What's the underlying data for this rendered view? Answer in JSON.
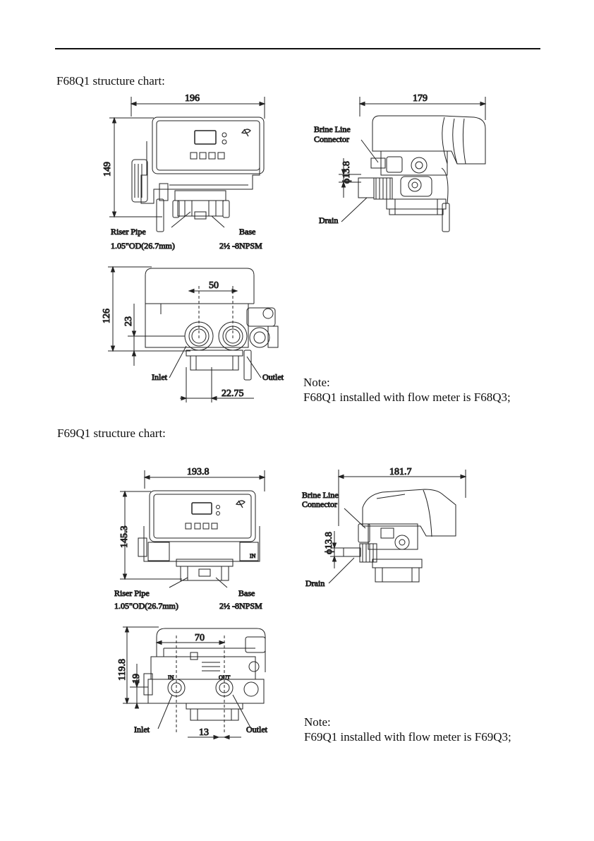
{
  "f68": {
    "title": "F68Q1 structure chart:",
    "front": {
      "width": "196",
      "height": "149",
      "riser_label": "Riser Pipe",
      "riser_value": "1.05\"OD(26.7mm)",
      "base_label": "Base",
      "base_value": "2½ -8NPSM"
    },
    "side": {
      "width": "179",
      "connector_l1": "Brine Line",
      "connector_l2": "Connector",
      "diameter": "ϕ13.8",
      "drain": "Drain"
    },
    "top": {
      "height": "126",
      "spacing": "50",
      "offset": "23",
      "inlet": "Inlet",
      "outlet": "Outlet",
      "offset2": "22.75"
    },
    "note_label": "Note:",
    "note_text": "F68Q1 installed with flow meter is F68Q3;"
  },
  "f69": {
    "title": "F69Q1 structure chart:",
    "front": {
      "width": "193.8",
      "height": "145.3",
      "riser_label": "Riser Pipe",
      "riser_value": "1.05\"OD(26.7mm)",
      "base_label": "Base",
      "base_value": "2½ -8NPSM",
      "in_mark": "IN"
    },
    "side": {
      "width": "181.7",
      "connector_l1": "Brine Line",
      "connector_l2": "Connector",
      "diameter": "ϕ13.8",
      "drain": "Drain"
    },
    "top": {
      "height": "119.8",
      "spacing": "70",
      "offset": "19",
      "inlet": "Inlet",
      "outlet": "Outlet",
      "offset2": "13",
      "in_mark": "IN",
      "out_mark": "OUT"
    },
    "note_label": "Note:",
    "note_text": "F69Q1 installed with flow meter is F69Q3;"
  }
}
